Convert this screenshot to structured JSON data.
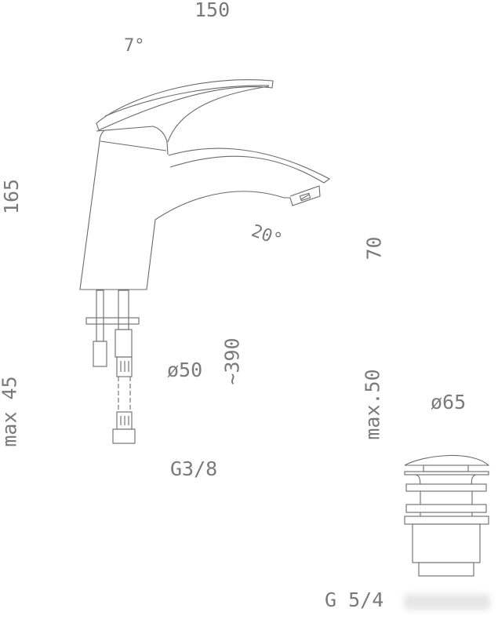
{
  "dimensions": {
    "width_top": "150",
    "handle_angle": "7°",
    "height": "165",
    "spout_angle": "20°",
    "spout_height": "70",
    "base_diameter": "ø50",
    "hose_length": "~390",
    "max_deck_thickness": "max 45",
    "waste_max": "max.50",
    "waste_diameter": "ø65",
    "hose_thread": "G3/8",
    "waste_thread": "G 5/4"
  },
  "colors": {
    "line": "#6a6a6a",
    "text": "#7a7a7a",
    "background": "#ffffff"
  }
}
